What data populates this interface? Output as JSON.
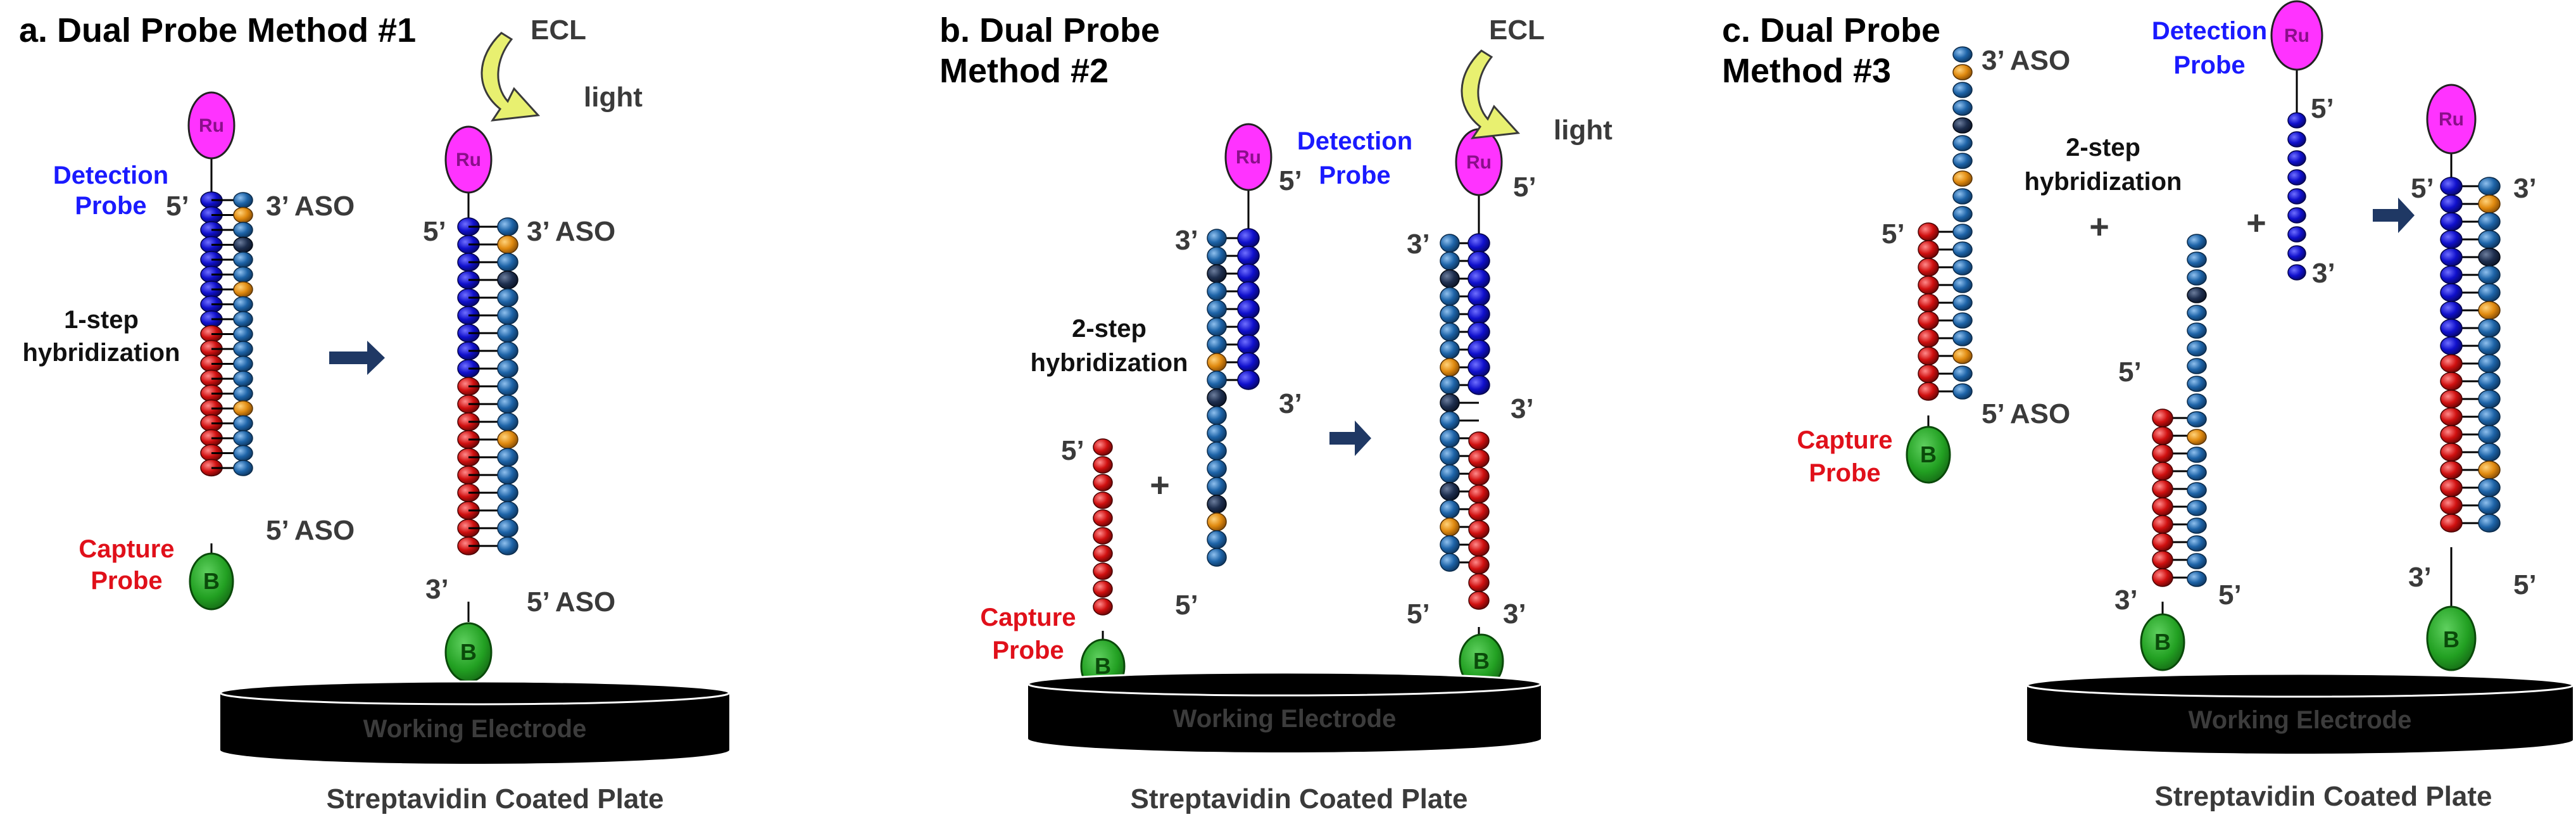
{
  "panels": [
    {
      "title": "a. Dual Probe Method #1",
      "ecl": "ECL",
      "light": "light",
      "step": [
        "1-step",
        "hybridization"
      ],
      "detection": [
        "Detection",
        "Probe"
      ],
      "capture": [
        "Capture",
        "Probe"
      ],
      "five_prime": "5’",
      "three_prime": "3’",
      "three_aso": "3’ ASO",
      "five_aso": "5’ ASO",
      "ru": "Ru",
      "biotin": "B",
      "electrode": "Working Electrode",
      "plate": "Streptavidin Coated Plate"
    },
    {
      "title": [
        "b. Dual Probe",
        "Method #2"
      ],
      "ecl": "ECL",
      "light": "light",
      "step": [
        "2-step",
        "hybridization"
      ],
      "detection": [
        "Detection",
        "Probe"
      ],
      "capture": [
        "Capture",
        "Probe"
      ],
      "five_prime": "5’",
      "three_prime": "3’",
      "plus": "+",
      "ru": "Ru",
      "biotin": "B",
      "electrode": "Working Electrode",
      "plate": "Streptavidin Coated Plate"
    },
    {
      "title": [
        "c. Dual Probe",
        "Method #3"
      ],
      "step": [
        "2-step",
        "hybridization"
      ],
      "detection": [
        "Detection",
        "Probe"
      ],
      "capture": [
        "Capture",
        "Probe"
      ],
      "five_prime": "5’",
      "three_prime": "3’",
      "three_aso": "3’ ASO",
      "five_aso": "5’ ASO",
      "plus": "+",
      "ru": "Ru",
      "biotin": "B",
      "electrode": "Working Electrode",
      "plate": "Streptavidin Coated Plate"
    }
  ],
  "colors": {
    "detection_blue": "#1010cc",
    "aso_blue": "#1e64a8",
    "aso_dark": "#1e2f4f",
    "aso_orange": "#e08a10",
    "capture_red": "#d01010",
    "ru_magenta": "#ff33ff",
    "biotin_green": "#22a022",
    "arrow_navy": "#1f3864",
    "ecl_arrow_yellow": "#e8f070",
    "electrode_black": "#000000",
    "detection_label": "#1a1aff",
    "capture_label": "#e0101a"
  },
  "icons": [
    "ru-label-circle",
    "biotin-circle",
    "ecl-curved-arrow",
    "block-right-arrow",
    "electrode-disc"
  ]
}
